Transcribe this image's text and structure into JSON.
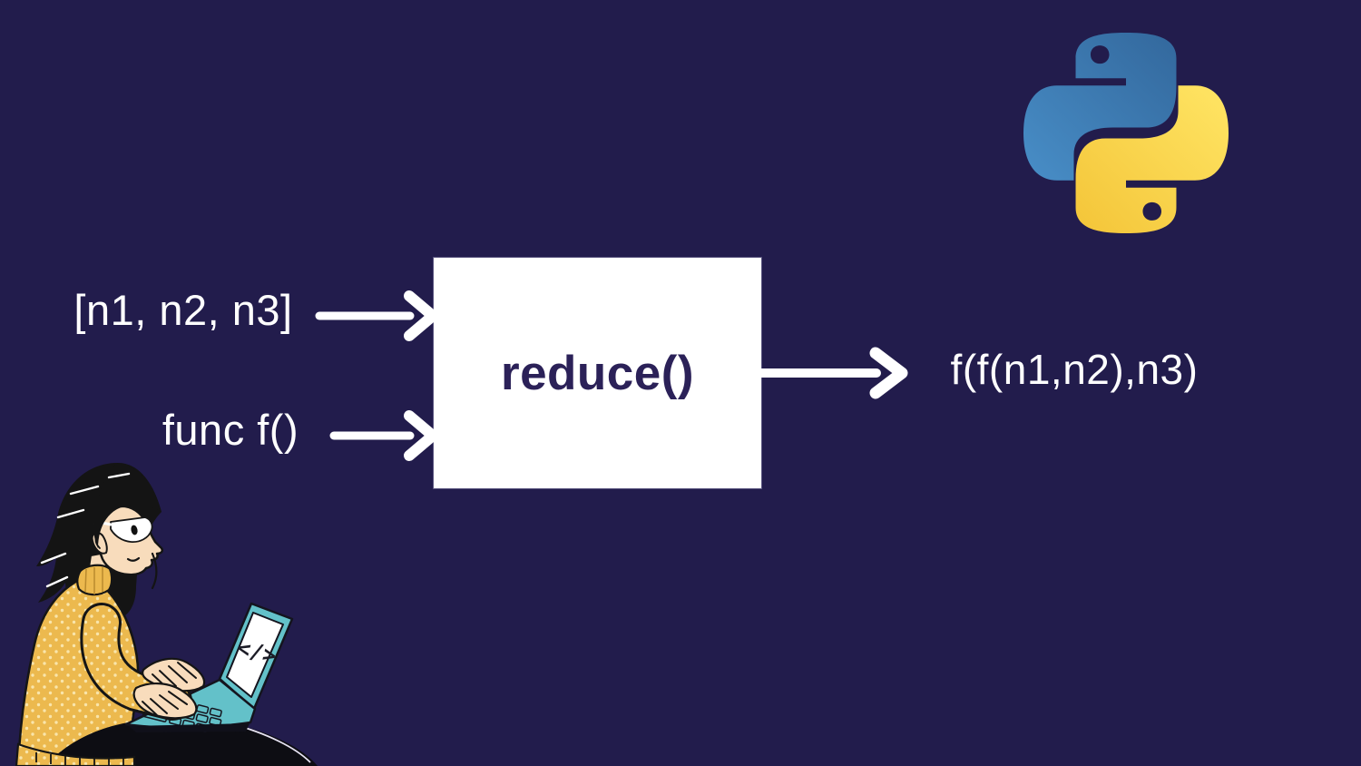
{
  "diagram": {
    "input_list_label": "[n1, n2, n3]",
    "input_func_label": "func f()",
    "box_label": "reduce()",
    "output_label": "f(f(n1,n2),n3)"
  },
  "illustration": {
    "screen_code_symbol": "</>"
  },
  "icons": {
    "python_logo": "python-logo",
    "coder": "woman-coding-on-laptop-illustration",
    "screen_glyph": "code-tag-icon"
  },
  "colors": {
    "background": "#221c4c",
    "box_background": "#ffffff",
    "box_text": "#2b2158",
    "label_text": "#ffffff",
    "arrow": "#ffffff",
    "python_blue_light": "#4c95cf",
    "python_blue_dark": "#2f6195",
    "python_yellow_light": "#ffe564",
    "python_yellow_dark": "#f3c336",
    "laptop_teal": "#63c1c9",
    "sweater_yellow": "#ecb94e",
    "skin": "#f8dcbc",
    "hair": "#141414",
    "skirt": "#0d0d13"
  }
}
